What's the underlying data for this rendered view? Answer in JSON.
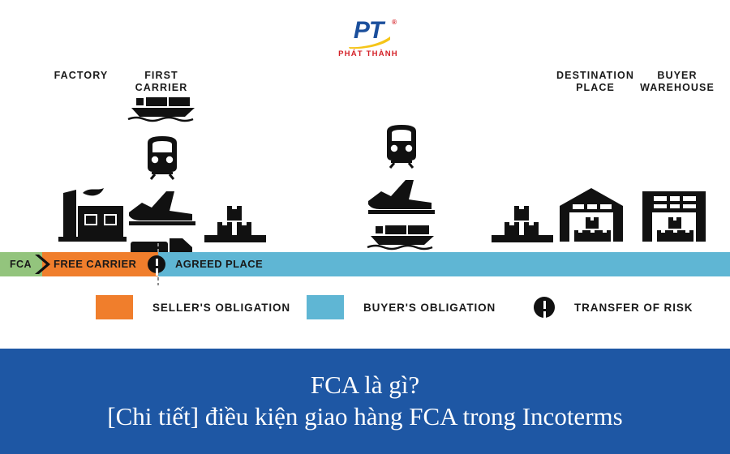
{
  "logo": {
    "mark": "PT",
    "registered": "®",
    "name": "PHÁT THÀNH",
    "blue": "#1b4f9c",
    "red": "#d42027",
    "yellow": "#f5c518"
  },
  "stations": [
    {
      "id": "factory",
      "label": "FACTORY",
      "icons": [
        "factory-icon"
      ]
    },
    {
      "id": "first-carrier",
      "label": "FIRST\nCARRIER",
      "label_line1": "FIRST",
      "label_line2": "CARRIER",
      "icons": [
        "ship-icon",
        "train-icon",
        "plane-icon",
        "truck-icon"
      ]
    },
    {
      "id": "destination-place",
      "label_line1": "DESTINATION",
      "label_line2": "PLACE",
      "icons": [
        "warehouse-peaked-icon"
      ]
    },
    {
      "id": "buyer-warehouse",
      "label_line1": "BUYER",
      "label_line2": "WAREHOUSE",
      "icons": [
        "warehouse-flat-icon"
      ]
    }
  ],
  "labels": {
    "factory": "FACTORY",
    "first_carrier_1": "FIRST",
    "first_carrier_2": "CARRIER",
    "destination_1": "DESTINATION",
    "destination_2": "PLACE",
    "buyer_1": "BUYER",
    "buyer_2": "WAREHOUSE"
  },
  "bar": {
    "code": "FCA",
    "seller_segment": "FREE CARRIER",
    "buyer_segment": "AGREED PLACE",
    "green": "#93c47d",
    "orange": "#f07e2c",
    "blue": "#5fb6d4"
  },
  "legend": [
    {
      "id": "seller",
      "label": "SELLER'S OBLIGATION",
      "color": "#f07e2c",
      "type": "swatch"
    },
    {
      "id": "buyer",
      "label": "BUYER'S OBLIGATION",
      "color": "#5fb6d4",
      "type": "swatch"
    },
    {
      "id": "risk",
      "label": "TRANSFER OF RISK",
      "color": "#111111",
      "type": "marker"
    }
  ],
  "banner": {
    "line1": "FCA là gì?",
    "line2": "[Chi tiết] điều kiện giao hàng FCA trong Incoterms",
    "background": "#1e57a4",
    "text_color": "#ffffff"
  }
}
